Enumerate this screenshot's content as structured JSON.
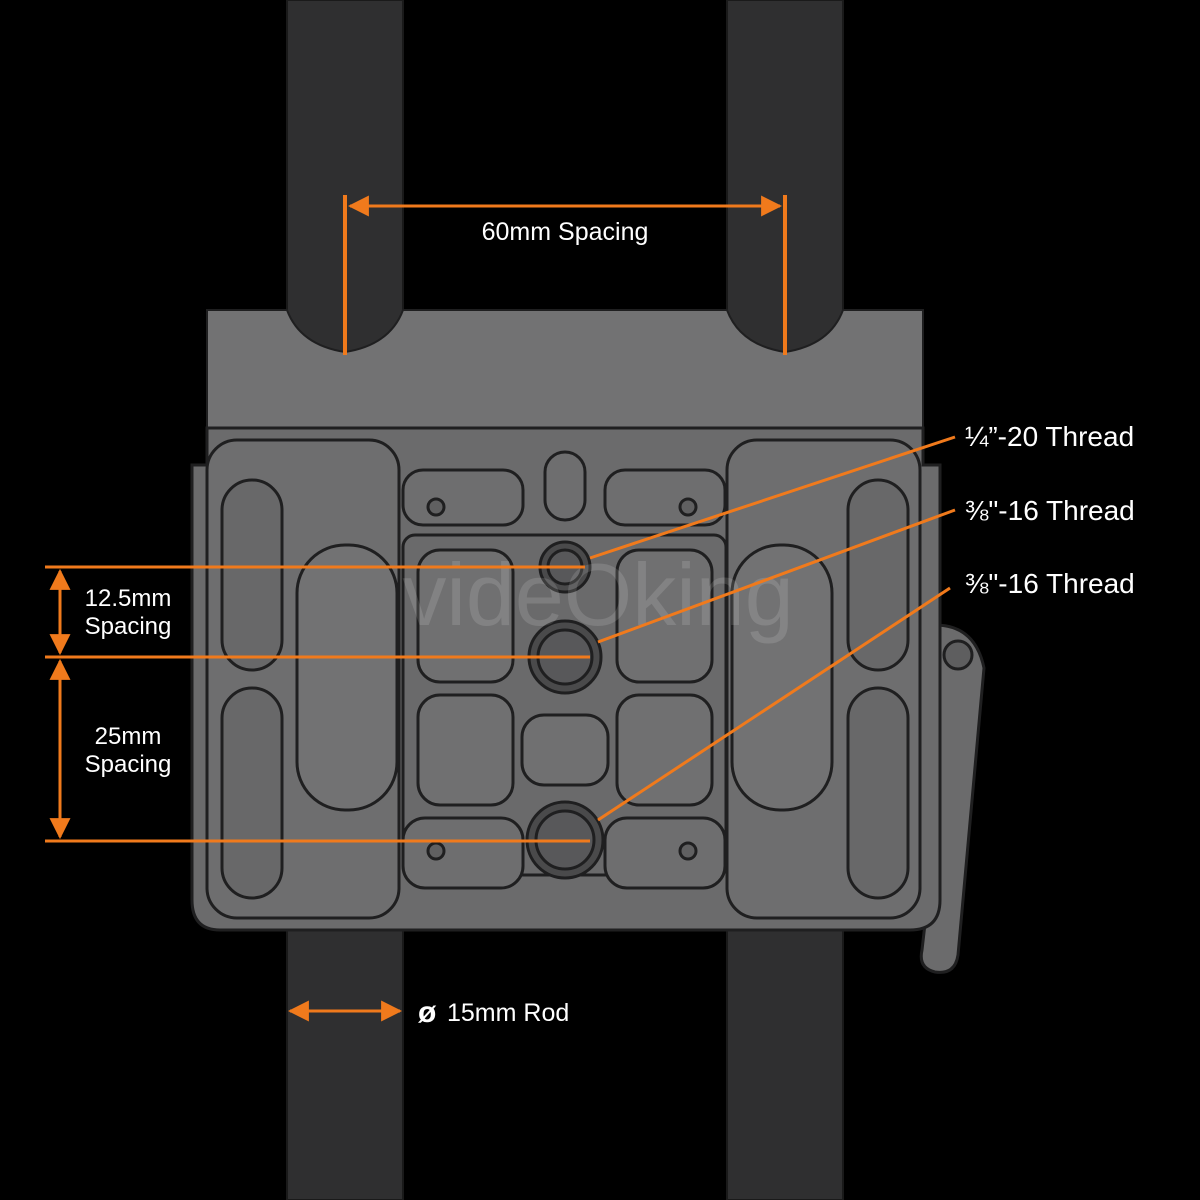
{
  "colors": {
    "background": "#000000",
    "rod": "#2f2f30",
    "plate": "#6b6b6c",
    "plate_outline": "#1f1f20",
    "accent": "#f07a1c",
    "text": "#ffffff"
  },
  "watermark": "videOking",
  "annotations": {
    "rod_spacing": "60mm Spacing",
    "thread_top": "¼”-20 Thread",
    "thread_middle": "⅜\"-16 Thread",
    "thread_bottom": "⅜\"-16 Thread",
    "spacing_small_line1": "12.5mm",
    "spacing_small_line2": "Spacing",
    "spacing_large_line1": "25mm",
    "spacing_large_line2": "Spacing",
    "rod_diameter_symbol": "ø",
    "rod_diameter": "15mm Rod"
  }
}
